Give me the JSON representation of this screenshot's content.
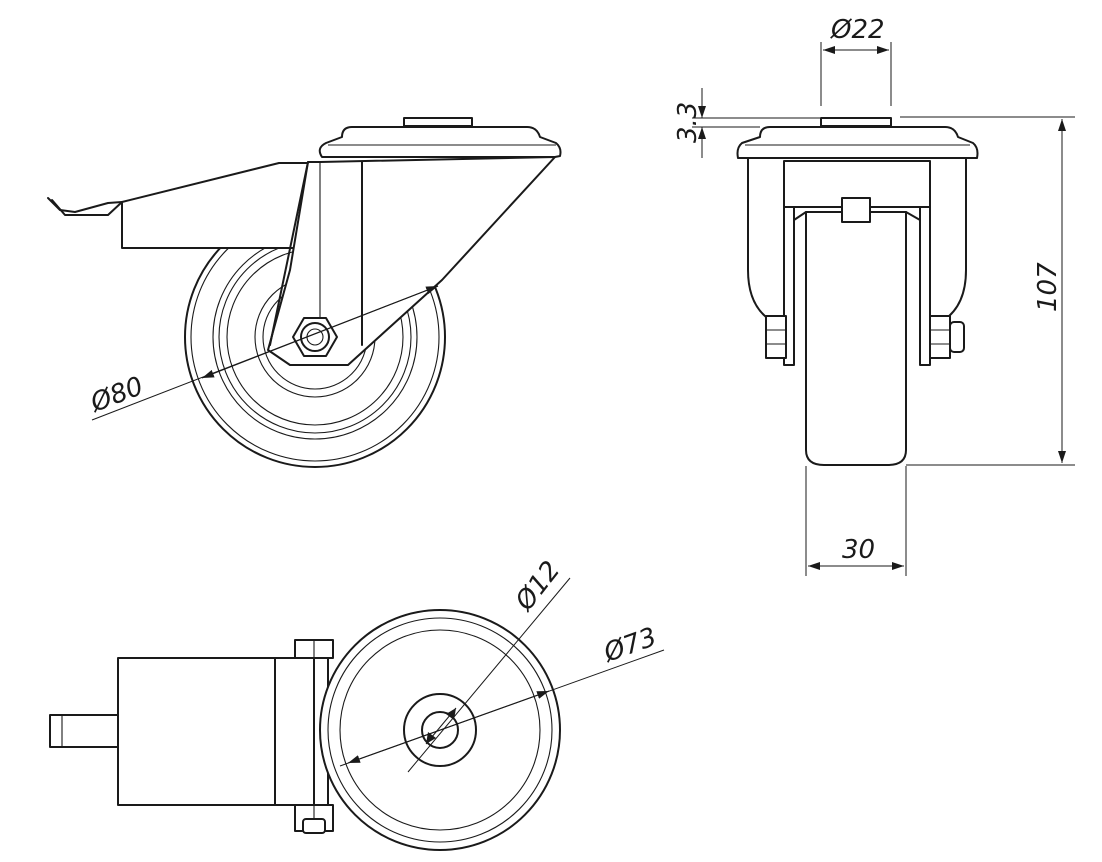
{
  "dimensions": {
    "wheel_diameter": "Ø80",
    "top_plate_center_diameter": "Ø22",
    "plate_thickness": "3.3",
    "overall_height": "107",
    "wheel_width": "30",
    "axle_bore_diameter": "Ø12",
    "hub_diameter": "Ø73"
  },
  "colors": {
    "line": "#1a1a1a",
    "background": "#ffffff"
  }
}
